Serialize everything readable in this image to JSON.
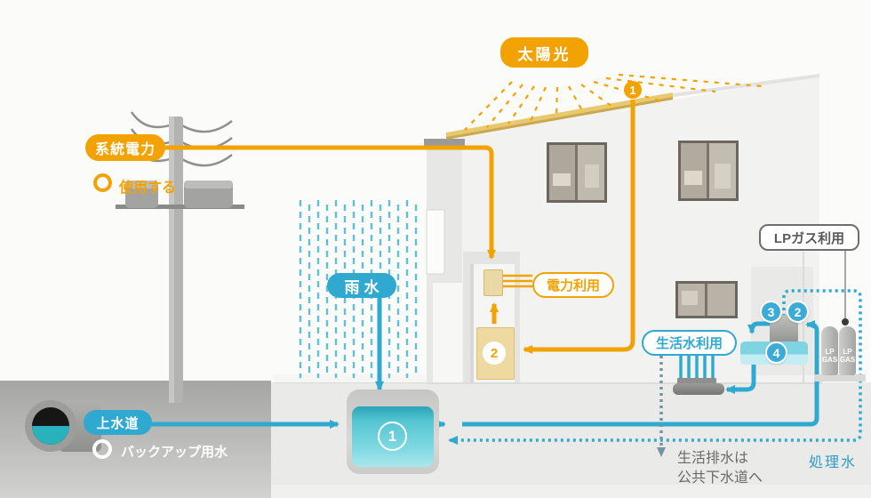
{
  "title": "home-utility-flow-diagram",
  "colors": {
    "orange": "#F2A202",
    "blue": "#2FA9D0",
    "badge_blue": "#3CABD6",
    "tank_teal": "#4FC4CE",
    "slate_dotted": "#7195A5",
    "gray_text": "#6B6B69",
    "lp_label_text": "#5A5A58",
    "treated_text": "#2D9CC4"
  },
  "labels": {
    "solar": "太陽光",
    "grid_power": "系統電力",
    "use_legend": "使用する",
    "electricity_use": "電力利用",
    "rain": "雨水",
    "water_supply": "上水道",
    "backup_water_legend": "バックアップ用水",
    "domestic_water_use": "生活水利用",
    "lp_gas_use": "LPガス利用",
    "treated_water": "処理水",
    "wastewater_line1": "生活排水は",
    "wastewater_line2": "公共下水道へ"
  },
  "badges": {
    "solar_roof": "1",
    "power_conditioner": "2",
    "rainwater_tank": "1",
    "heater_left": "3",
    "heater_right": "2",
    "bathtub": "4"
  },
  "equipment": {
    "gas_cylinder_line1": "LP",
    "gas_cylinder_line2": "GAS"
  }
}
